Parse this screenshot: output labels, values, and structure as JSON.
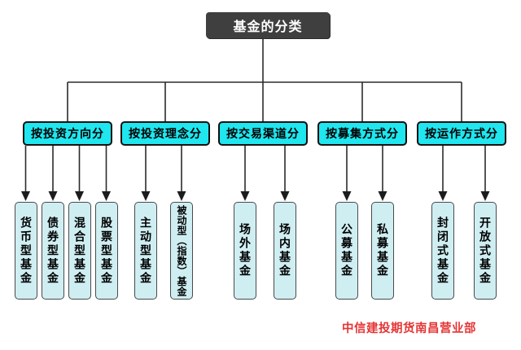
{
  "title": "基金的分类",
  "groups": [
    {
      "label": "按投资方向分",
      "children": [
        "货币型基金",
        "债券型基金",
        "混合型基金",
        "股票型基金"
      ]
    },
    {
      "label": "按投资理念分",
      "children": [
        "主动型基金",
        "被动型（指数）基金"
      ]
    },
    {
      "label": "按交易渠道分",
      "children": [
        "场外基金",
        "场内基金"
      ]
    },
    {
      "label": "按募集方式分",
      "children": [
        "公募基金",
        "私募基金"
      ]
    },
    {
      "label": "按运作方式分",
      "children": [
        "封闭式基金",
        "开放式基金"
      ]
    }
  ],
  "footer": {
    "text": "中信建投期货南昌营业部"
  },
  "colors": {
    "title_bg": "#3f3f3f",
    "title_text": "#ffffff",
    "category_bg": "#1fe6ef",
    "leaf_bg": "#cfeef2",
    "line": "#2b2b2b",
    "footer_text": "#e53535"
  }
}
